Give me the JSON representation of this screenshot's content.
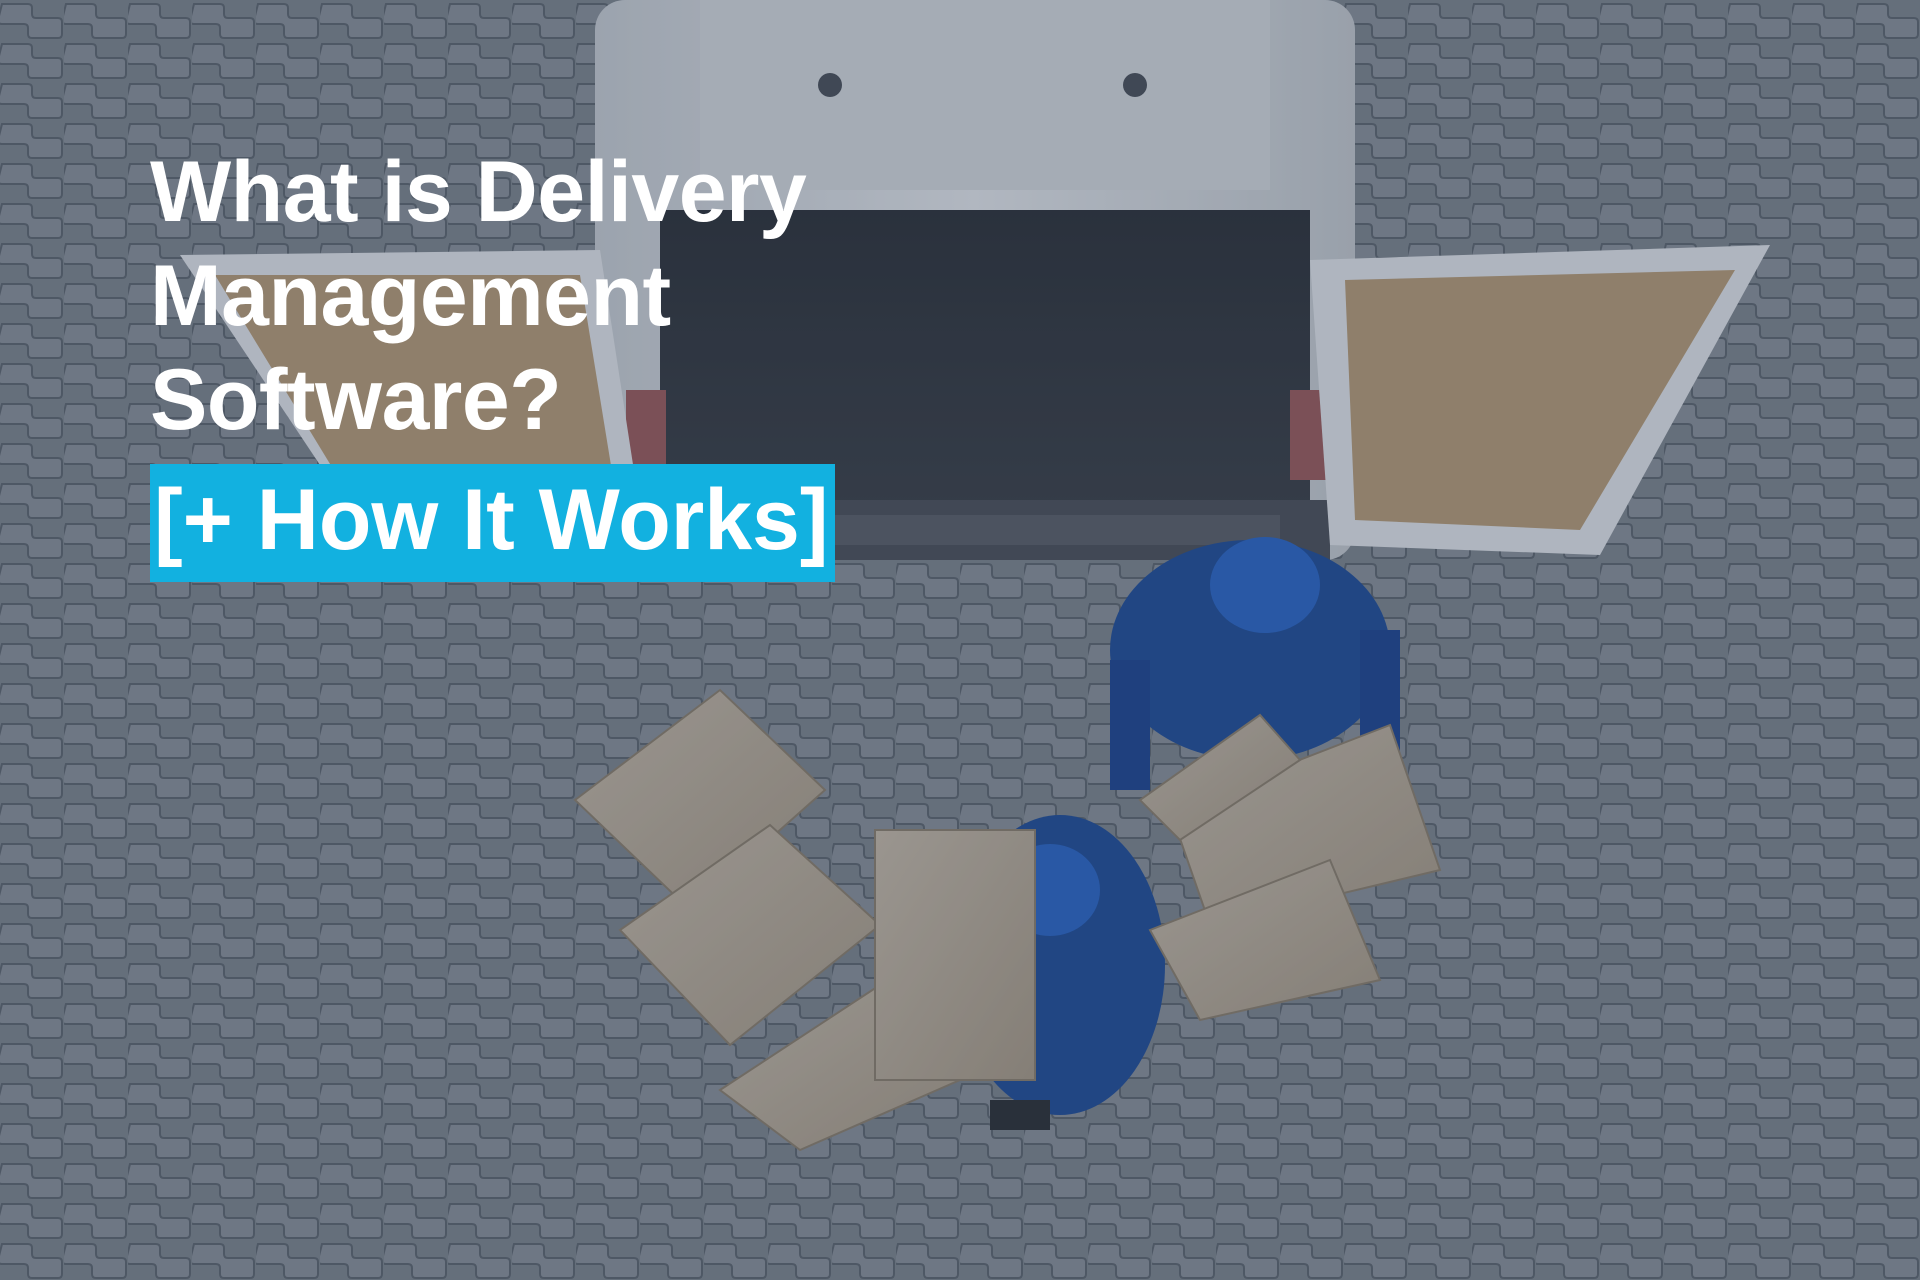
{
  "headline": {
    "lines": [
      "What is Delivery",
      "Management",
      "Software?"
    ],
    "highlight": "[+ How It Works]",
    "highlight_color": "#12b1e0",
    "text_color": "#ffffff"
  },
  "scene": {
    "description_icon": "delivery-van-photo-icon"
  }
}
